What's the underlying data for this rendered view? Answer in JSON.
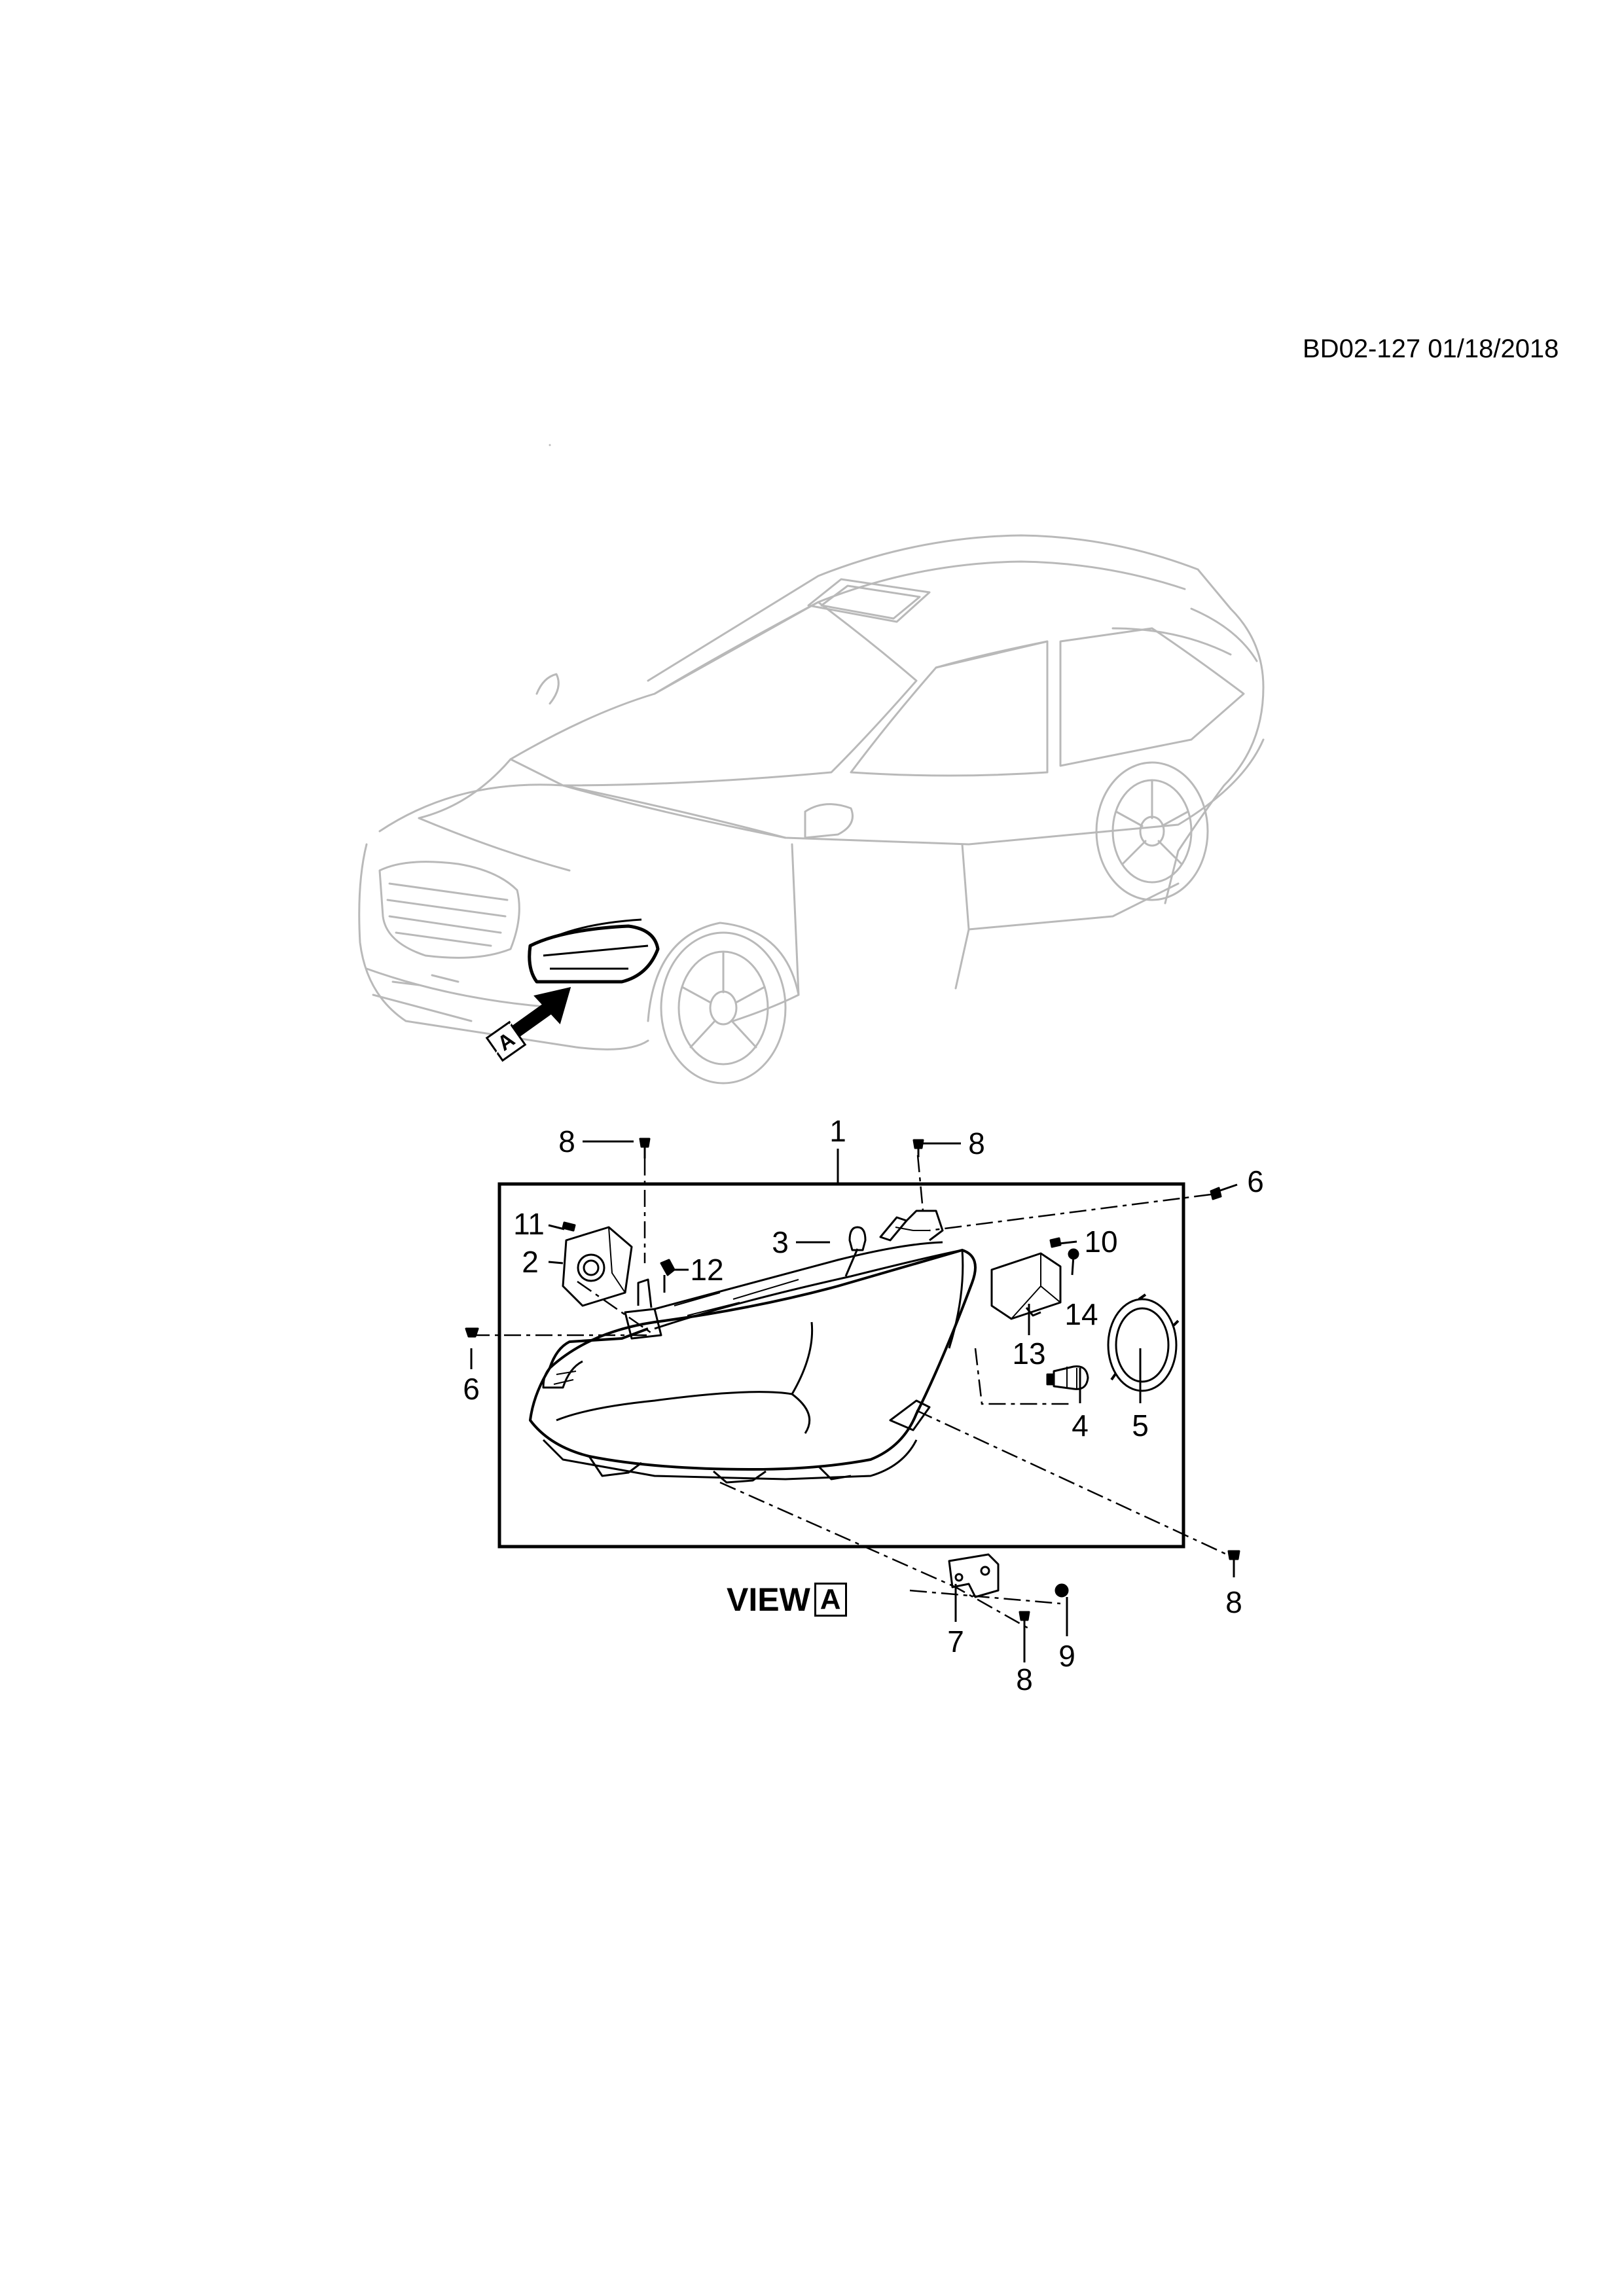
{
  "document": {
    "reference_code": "BD02-127 01/18/2018"
  },
  "view_label": {
    "prefix": "VIEW",
    "marker": "A"
  },
  "arrow_marker": "A",
  "callouts": [
    {
      "id": "c1",
      "label": "1"
    },
    {
      "id": "c2",
      "label": "2"
    },
    {
      "id": "c3",
      "label": "3"
    },
    {
      "id": "c4",
      "label": "4"
    },
    {
      "id": "c5",
      "label": "5"
    },
    {
      "id": "c6a",
      "label": "6"
    },
    {
      "id": "c6b",
      "label": "6"
    },
    {
      "id": "c7",
      "label": "7"
    },
    {
      "id": "c8a",
      "label": "8"
    },
    {
      "id": "c8b",
      "label": "8"
    },
    {
      "id": "c8c",
      "label": "8"
    },
    {
      "id": "c8d",
      "label": "8"
    },
    {
      "id": "c9",
      "label": "9"
    },
    {
      "id": "c10",
      "label": "10"
    },
    {
      "id": "c11",
      "label": "11"
    },
    {
      "id": "c12",
      "label": "12"
    },
    {
      "id": "c13",
      "label": "13"
    },
    {
      "id": "c14",
      "label": "14"
    }
  ]
}
